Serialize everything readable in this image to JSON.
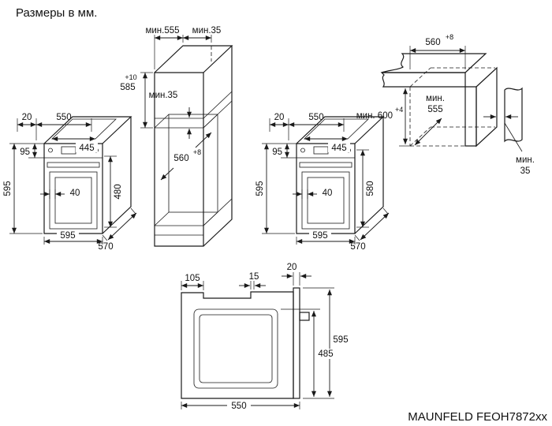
{
  "page": {
    "title": "Размеры в мм.",
    "model": "MAUNFELD FEOH7872xx"
  },
  "oven_left": {
    "top_offset": "20",
    "top_depth": "550",
    "panel_height": "95",
    "front_height": "595",
    "opening_width": "445",
    "inner_offset": "40",
    "cavity_height": "480",
    "width": "595",
    "depth": "570"
  },
  "oven_right": {
    "top_offset": "20",
    "top_depth": "550",
    "panel_height": "95",
    "front_height": "595",
    "opening_width": "445",
    "inner_offset": "40",
    "cavity_height": "580",
    "width": "595",
    "depth": "570"
  },
  "column": {
    "depth_min": "мин.555",
    "rear_gap_min": "мин.35",
    "niche_height_tol": "+10",
    "niche_height": "585",
    "shelf_gap_min": "мин.35",
    "niche_depth": "560",
    "niche_depth_tol": "+8"
  },
  "worktop": {
    "niche_width": "560",
    "niche_width_tol": "+8",
    "niche_height": "мин. 600",
    "niche_height_tol": "+4",
    "depth_min_line1": "мин.",
    "depth_min_line2": "555",
    "rear_gap_line1": "мин.",
    "rear_gap_line2": "35"
  },
  "section": {
    "rear_offset": "105",
    "front_gap": "15",
    "door_thickness": "20",
    "total_height": "595",
    "body_height": "485",
    "depth": "550"
  }
}
